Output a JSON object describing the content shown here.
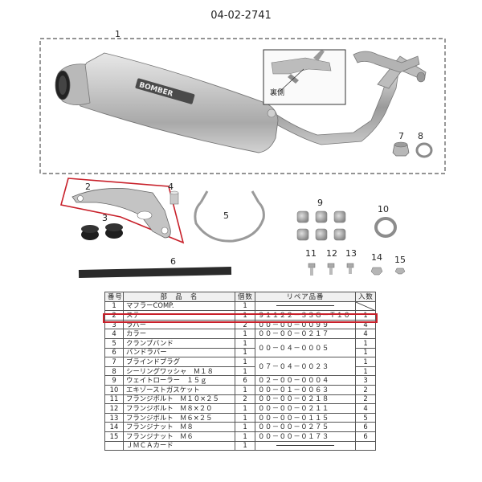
{
  "document": {
    "code": "04-02-2741"
  },
  "diagram": {
    "inset_label": "裏側",
    "brand_text": "BOMBER",
    "callouts": [
      "1",
      "2",
      "3",
      "4",
      "5",
      "6",
      "7",
      "8",
      "9",
      "10",
      "11",
      "12",
      "13",
      "14",
      "15"
    ],
    "colors": {
      "highlight": "#c8202a",
      "dashed_border": "#555555"
    }
  },
  "table": {
    "headers": {
      "no": "番号",
      "name": "部　品　名",
      "qty": "個数",
      "repair": "リペア品番",
      "inbox": "入数"
    },
    "rows": [
      {
        "no": "1",
        "name": "マフラーCOMP.",
        "qty": "1",
        "repair": "",
        "inbox": ""
      },
      {
        "no": "2",
        "name": "ステー",
        "qty": "1",
        "repair": "９１１２２－３３Ｇ－Ｔ１０",
        "inbox": "1"
      },
      {
        "no": "3",
        "name": "ラバー",
        "qty": "2",
        "repair": "００－００－００９９",
        "inbox": "4"
      },
      {
        "no": "4",
        "name": "カラー",
        "qty": "1",
        "repair": "００－００－０２１７",
        "inbox": "4"
      },
      {
        "no": "5",
        "name": "クランプバンド",
        "qty": "1",
        "repair": "００－０４－０００５",
        "inbox": "1"
      },
      {
        "no": "6",
        "name": "バンドラバー",
        "qty": "1",
        "repair": "",
        "inbox": "1"
      },
      {
        "no": "7",
        "name": "ブラインドプラグ",
        "qty": "1",
        "repair": "０７－０４－００２３",
        "inbox": "1"
      },
      {
        "no": "8",
        "name": "シーリングワッシャ　Ｍ１８",
        "qty": "1",
        "repair": "",
        "inbox": "1"
      },
      {
        "no": "9",
        "name": "ウェイトローラー　１５ｇ",
        "qty": "6",
        "repair": "０２－００－０００４",
        "inbox": "3"
      },
      {
        "no": "10",
        "name": "エキゾーストガスケット",
        "qty": "1",
        "repair": "００－０１－００６３",
        "inbox": "2"
      },
      {
        "no": "11",
        "name": "フランジボルト　Ｍ１０×２５",
        "qty": "2",
        "repair": "００－００－０２１８",
        "inbox": "2"
      },
      {
        "no": "12",
        "name": "フランジボルト　Ｍ８×２０",
        "qty": "1",
        "repair": "００－００－０２１１",
        "inbox": "4"
      },
      {
        "no": "13",
        "name": "フランジボルト　Ｍ６×２５",
        "qty": "1",
        "repair": "００－００－０１１５",
        "inbox": "5"
      },
      {
        "no": "14",
        "name": "フランジナット　Ｍ８",
        "qty": "1",
        "repair": "００－００－０２７５",
        "inbox": "6"
      },
      {
        "no": "15",
        "name": "フランジナット　Ｍ６",
        "qty": "1",
        "repair": "００－００－０１７３",
        "inbox": "6"
      },
      {
        "no": "",
        "name": "ＪＭＣＡカード",
        "qty": "1",
        "repair": "",
        "inbox": ""
      }
    ]
  }
}
